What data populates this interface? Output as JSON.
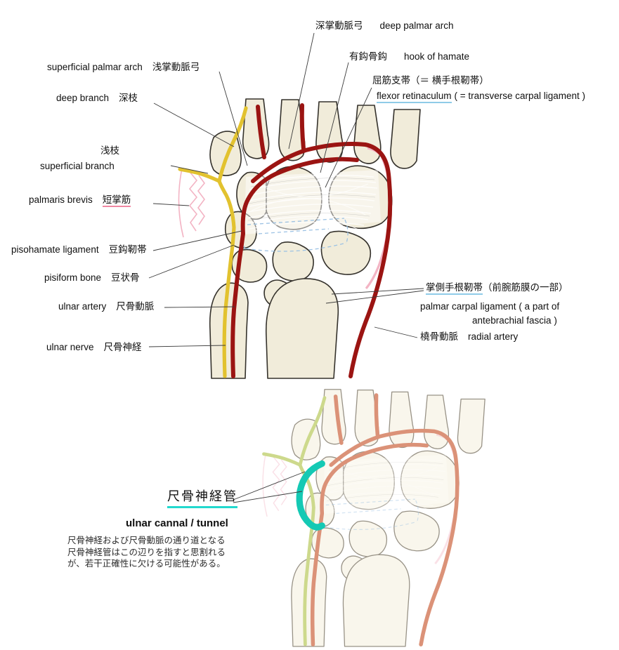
{
  "colors": {
    "artery": "#9b1412",
    "nerve": "#e2c22f",
    "faded_artery": "#db9278",
    "faded_nerve": "#cdd98c",
    "canal_teal": "#14c9b4",
    "bone_fill": "#f1ecda",
    "ligament_blue": "#9cc2e4",
    "pink": "#f3b4c4",
    "underline_cyan": "#22d9ce",
    "underline_blue": "#8fcbe8",
    "underline_pink": "#f087a2"
  },
  "labels": {
    "deep_palmar_arch": {
      "jp": "深掌動脈弓",
      "en": "deep palmar arch"
    },
    "hook_of_hamate": {
      "jp": "有鈎骨鈎",
      "en": "hook of hamate"
    },
    "superficial_palmar_arch": {
      "en": "superficial palmar arch",
      "jp": "浅掌動脈弓"
    },
    "flexor_retinaculum": {
      "jp": "屈筋支帯（＝ 横手根靭帯）",
      "en1": "flexor retinaculum",
      "en2": "( = transverse carpal ligament )"
    },
    "deep_branch": {
      "en": "deep branch",
      "jp": "深枝"
    },
    "superficial_branch": {
      "jp": "浅枝",
      "en": "superficial branch"
    },
    "palmaris_brevis": {
      "en": "palmaris brevis",
      "jp": "短掌筋"
    },
    "pisohamate_ligament": {
      "en": "pisohamate ligament",
      "jp": "豆鈎靭帯"
    },
    "pisiform_bone": {
      "en": "pisiform bone",
      "jp": "豆状骨"
    },
    "ulnar_artery": {
      "en": "ulnar artery",
      "jp": "尺骨動脈"
    },
    "palmar_carpal_ligament": {
      "jp1": "掌側手根靭帯",
      "jp2": "（前腕筋膜の一部）",
      "en1": "palmar carpal ligament  ( a part of",
      "en2": "antebrachial fascia )"
    },
    "radial_artery": {
      "jp": "橈骨動脈",
      "en": "radial artery"
    },
    "ulnar_nerve": {
      "en": "ulnar nerve",
      "jp": "尺骨神経"
    }
  },
  "bottom": {
    "canal_jp": "尺骨神経管",
    "canal_en": "ulnar cannal / tunnel",
    "note": [
      "尺骨神経および尺骨動脈の通り道となる",
      "尺骨神経管はこの辺りを指すと思割れる",
      "が、若干正確性に欠ける可能性がある。"
    ]
  }
}
